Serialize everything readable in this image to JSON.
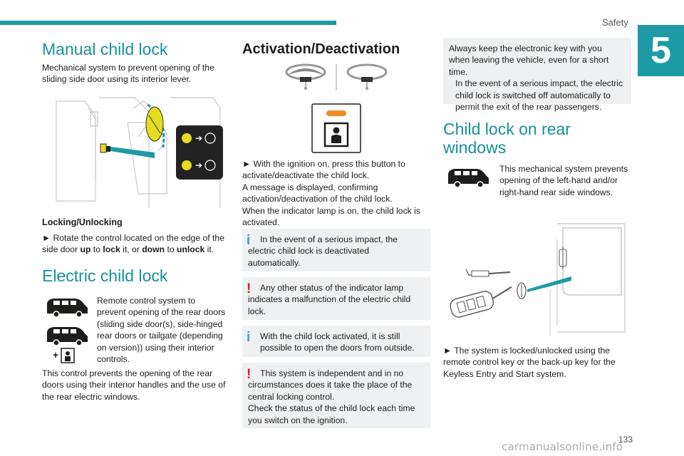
{
  "header": {
    "section": "Safety",
    "chapter_number": "5",
    "page_number": "133"
  },
  "watermark": "carmanualsonline.info",
  "col1": {
    "manual_title": "Manual child lock",
    "manual_desc": "Mechanical system to prevent opening of the sliding side door using its interior lever.",
    "locking_heading": "Locking/Unlocking",
    "locking_text_1": "► Rotate the control located on the edge of the side door ",
    "up": "up",
    "to1": " to ",
    "lock": "lock",
    "to_middle": " it, or ",
    "down": "down",
    "to2": " to ",
    "unlock": "unlock",
    "end": " it.",
    "electric_title": "Electric child lock",
    "electric_desc": "Remote control system to prevent opening of the rear doors (sliding side door(s), side-hinged rear doors or tailgate (depending on version)) using their interior controls.",
    "electric_para": "This control prevents the opening of the rear doors using their interior handles and the use of the rear electric windows."
  },
  "col2": {
    "title": "Activation/Deactivation",
    "para1": "► With the ignition on, press this button to activate/deactivate the child lock.",
    "para2": "A message is displayed, confirming activation/deactivation of the child lock.",
    "para3": "When the indicator lamp is on, the child lock is activated.",
    "note1": "In the event of a serious impact, the electric child lock is deactivated automatically.",
    "note2": "Any other status of the indicator lamp indicates a malfunction of the electric child lock.",
    "note3": "With the child lock activated, it is still possible to open the doors from outside.",
    "note4a": "This system is independent and in no circumstances does it take the place of the central locking control.",
    "note4b": "Check the status of the child lock each time you switch on the ignition."
  },
  "col3": {
    "note_a": "Always keep the electronic key with you when leaving the vehicle, even for a short time.",
    "note_b": "In the event of a serious impact, the electric child lock is switched off automatically to permit the exit of the rear passengers.",
    "title": "Child lock on rear windows",
    "desc": "This mechanical system prevents opening of the left-hand and/or right-hand rear side windows.",
    "para": "► The system is locked/unlocked using the remote control key or the back-up key for the Keyless Entry and Start system."
  },
  "colors": {
    "accent": "#1d9aa5",
    "info": "#2aa8d8",
    "warning": "#d81e2c",
    "note_bg": "#eff0f1"
  }
}
